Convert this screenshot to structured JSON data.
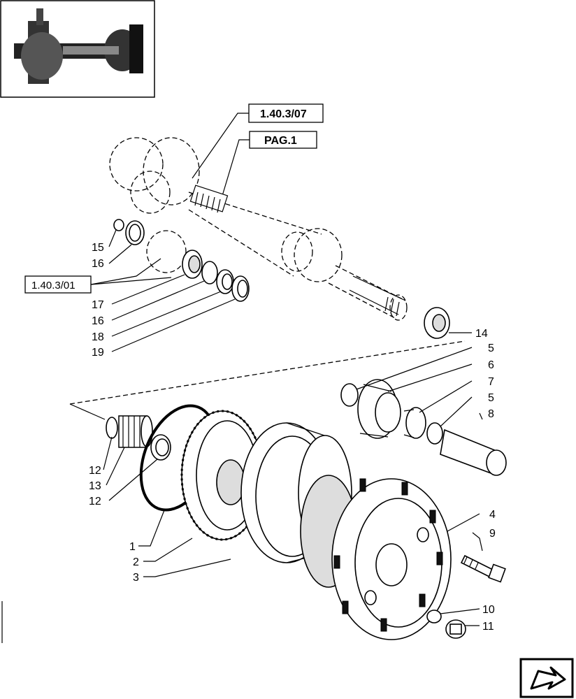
{
  "references": {
    "ref_1": "1.40.3/07",
    "ref_2": "PAG.1",
    "ref_3": "1.40.3/01"
  },
  "callouts": {
    "c1": "1",
    "c2": "2",
    "c3": "3",
    "c4": "4",
    "c5a": "5",
    "c5b": "5",
    "c6": "6",
    "c7": "7",
    "c8": "8",
    "c9": "9",
    "c10": "10",
    "c11": "11",
    "c12a": "12",
    "c12b": "12",
    "c13": "13",
    "c14": "14",
    "c15": "15",
    "c16a": "16",
    "c16b": "16",
    "c17": "17",
    "c18": "18",
    "c19": "19"
  },
  "icons": {
    "thumbnail": "axle-assembly-thumbnail",
    "nav": "next-page-arrow-icon"
  }
}
